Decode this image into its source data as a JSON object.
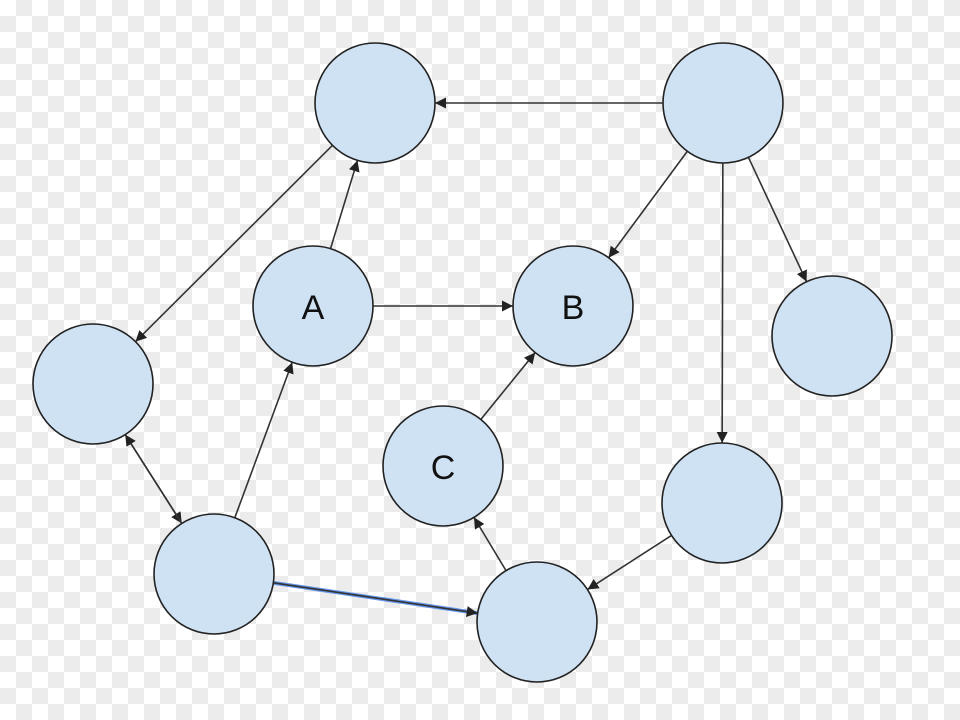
{
  "colors": {
    "node_fill": "#cfe2f3",
    "node_stroke": "#222222",
    "edge": "#333333",
    "highlight_edge": "#4a86e8"
  },
  "nodes": [
    {
      "id": "n-top-mid",
      "label": ""
    },
    {
      "id": "n-top-right",
      "label": ""
    },
    {
      "id": "n-a",
      "label": "A"
    },
    {
      "id": "n-b",
      "label": "B"
    },
    {
      "id": "n-right",
      "label": ""
    },
    {
      "id": "n-left",
      "label": ""
    },
    {
      "id": "n-c",
      "label": "C"
    },
    {
      "id": "n-mid-right",
      "label": ""
    },
    {
      "id": "n-bottom-left",
      "label": ""
    },
    {
      "id": "n-bottom-mid",
      "label": ""
    }
  ],
  "edges": [
    {
      "from": "n-top-right",
      "to": "n-top-mid"
    },
    {
      "from": "n-top-mid",
      "to": "n-left"
    },
    {
      "from": "n-a",
      "to": "n-top-mid"
    },
    {
      "from": "n-a",
      "to": "n-b"
    },
    {
      "from": "n-top-right",
      "to": "n-b"
    },
    {
      "from": "n-top-right",
      "to": "n-right"
    },
    {
      "from": "n-top-right",
      "to": "n-mid-right"
    },
    {
      "from": "n-left",
      "to": "n-bottom-left"
    },
    {
      "from": "n-bottom-left",
      "to": "n-left"
    },
    {
      "from": "n-bottom-left",
      "to": "n-a"
    },
    {
      "from": "n-bottom-left",
      "to": "n-bottom-mid",
      "highlight": true
    },
    {
      "from": "n-mid-right",
      "to": "n-bottom-mid"
    },
    {
      "from": "n-bottom-mid",
      "to": "n-c"
    },
    {
      "from": "n-c",
      "to": "n-b"
    }
  ]
}
